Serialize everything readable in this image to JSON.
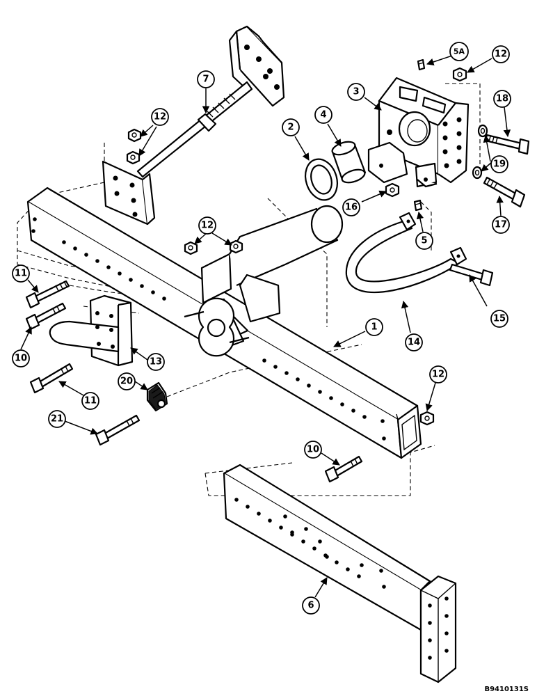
{
  "drawing_code": "B9410131S",
  "callouts": {
    "c1": "1",
    "c2": "2",
    "c3": "3",
    "c4": "4",
    "c5": "5",
    "c5a": "5A",
    "c6": "6",
    "c7": "7",
    "c10a": "10",
    "c10b": "10",
    "c11a": "11",
    "c11b": "11",
    "c12a": "12",
    "c12b": "12",
    "c12c": "12",
    "c12d": "12",
    "c13": "13",
    "c14": "14",
    "c15": "15",
    "c16": "16",
    "c17": "17",
    "c18": "18",
    "c19": "19",
    "c20": "20",
    "c21": "21"
  }
}
